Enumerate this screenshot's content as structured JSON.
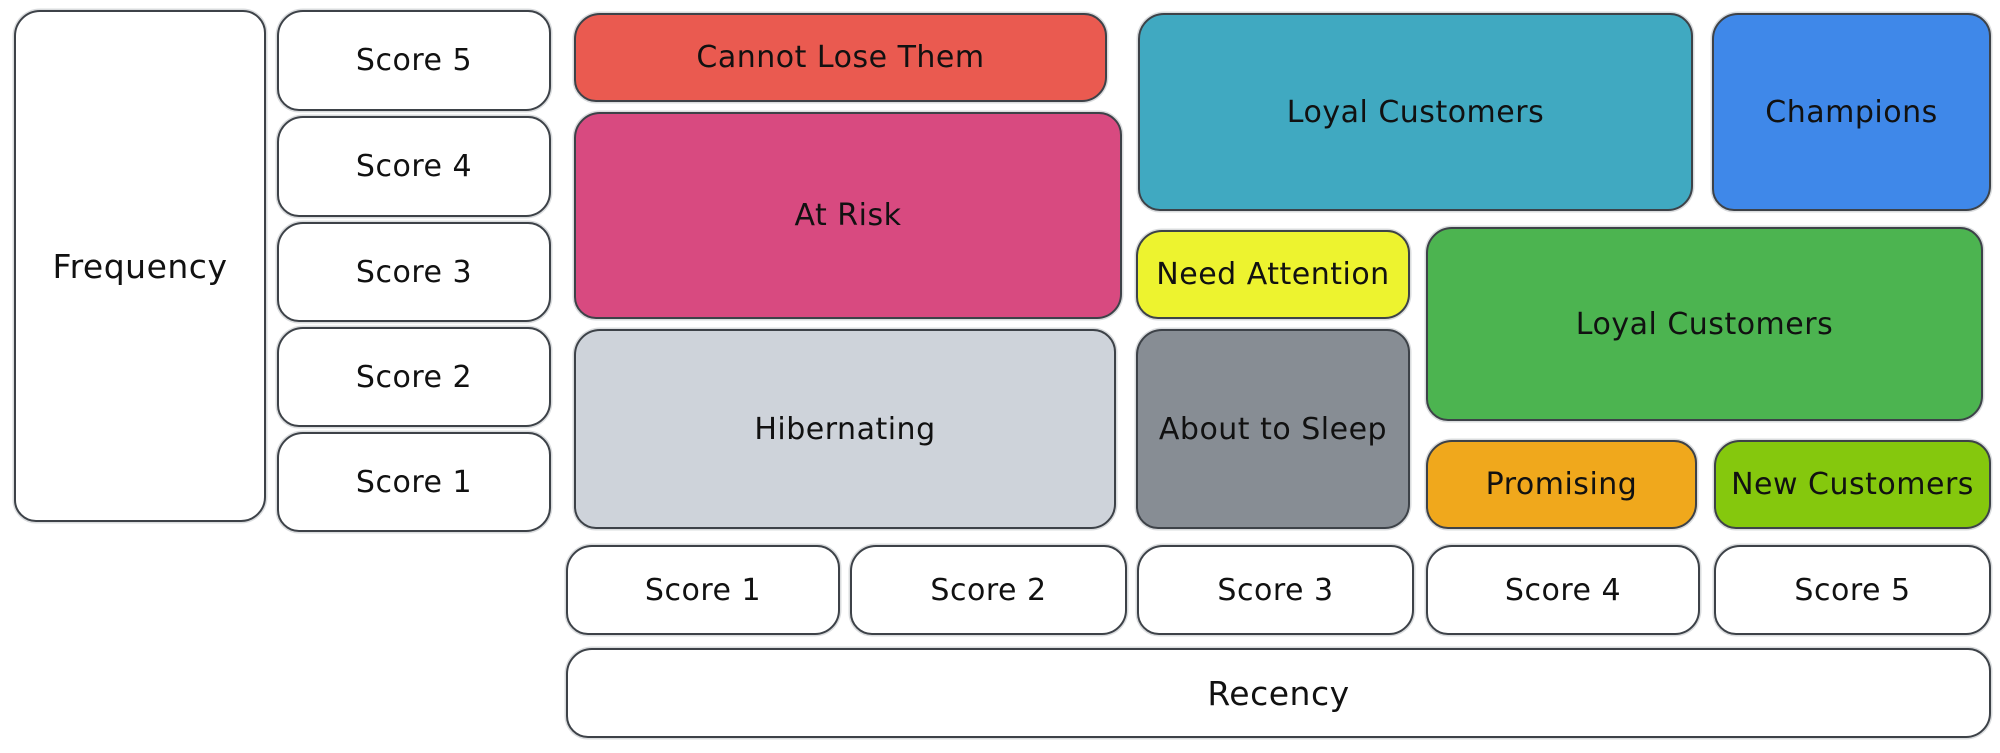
{
  "diagram_type": "rfm-segmentation-grid",
  "axes": {
    "frequency": {
      "label": "Frequency",
      "scores": [
        "Score 5",
        "Score 4",
        "Score 3",
        "Score 2",
        "Score 1"
      ]
    },
    "recency": {
      "label": "Recency",
      "scores": [
        "Score 1",
        "Score 2",
        "Score 3",
        "Score 4",
        "Score 5"
      ]
    }
  },
  "segments": [
    {
      "id": "cannot-lose-them",
      "label": "Cannot Lose Them",
      "fill": "#ea5a50",
      "recency_scores": "1-2",
      "frequency_scores": "5"
    },
    {
      "id": "at-risk",
      "label": "At Risk",
      "fill": "#d84a80",
      "recency_scores": "1-2",
      "frequency_scores": "3-4"
    },
    {
      "id": "hibernating",
      "label": "Hibernating",
      "fill": "#ced3da",
      "recency_scores": "1-2",
      "frequency_scores": "1-2"
    },
    {
      "id": "loyal-customers-top",
      "label": "Loyal Customers",
      "fill": "#40a9c1",
      "recency_scores": "3-4",
      "frequency_scores": "4-5"
    },
    {
      "id": "champions",
      "label": "Champions",
      "fill": "#3f88e9",
      "recency_scores": "5",
      "frequency_scores": "4-5"
    },
    {
      "id": "need-attention",
      "label": "Need Attention",
      "fill": "#edf32f",
      "recency_scores": "3",
      "frequency_scores": "3"
    },
    {
      "id": "about-to-sleep",
      "label": "About to Sleep",
      "fill": "#878d94",
      "recency_scores": "3",
      "frequency_scores": "1-2"
    },
    {
      "id": "loyal-customers-right",
      "label": "Loyal Customers",
      "fill": "#4cb450",
      "recency_scores": "4-5",
      "frequency_scores": "2-3"
    },
    {
      "id": "promising",
      "label": "Promising",
      "fill": "#f0a81c",
      "recency_scores": "4",
      "frequency_scores": "1"
    },
    {
      "id": "new-customers",
      "label": "New Customers",
      "fill": "#85c80d",
      "recency_scores": "5",
      "frequency_scores": "1"
    }
  ],
  "colors": {
    "background": "#ffffff",
    "box_fill": "#ffffff",
    "box_border": "#3d4248",
    "text": "#111111"
  }
}
